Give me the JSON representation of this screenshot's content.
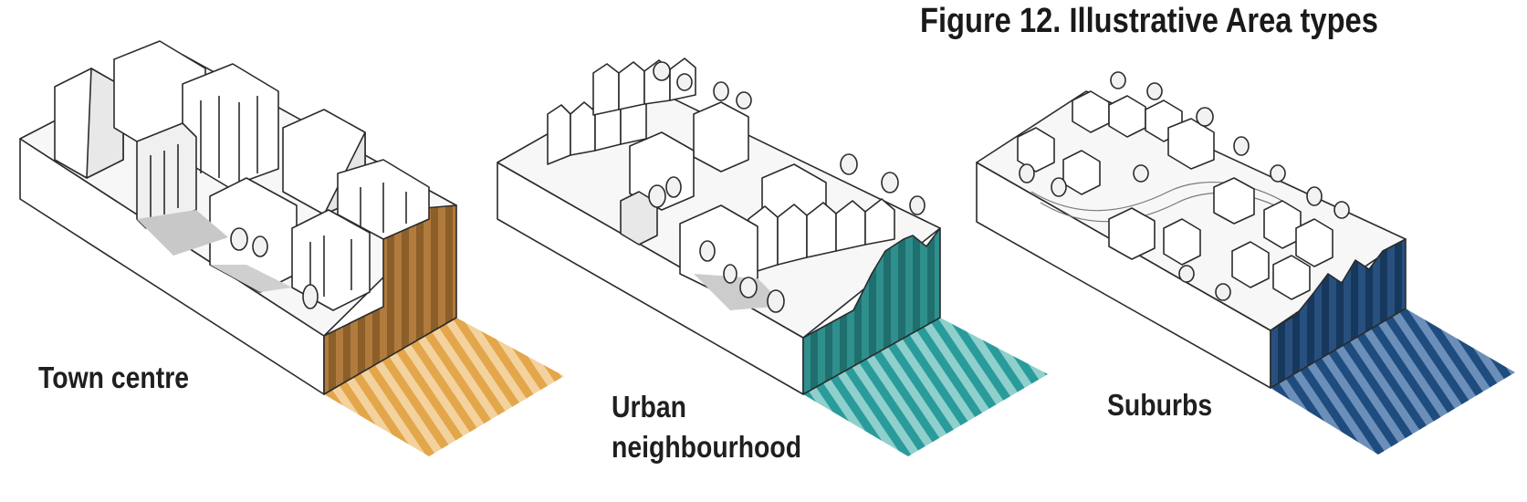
{
  "figure": {
    "title": "Figure 12.  Illustrative Area types"
  },
  "areas": [
    {
      "label": "Town centre",
      "color": "#e3a64a"
    },
    {
      "label": "Urban neighbourhood",
      "color": "#2a9b9b"
    },
    {
      "label": "Suburbs",
      "color": "#1e4c7e"
    }
  ],
  "colors": {
    "line": "#2b2b2b",
    "block_fill": "#ffffff",
    "shadow": "#bdbdbd",
    "tree_fill": "#f2f2f2"
  }
}
